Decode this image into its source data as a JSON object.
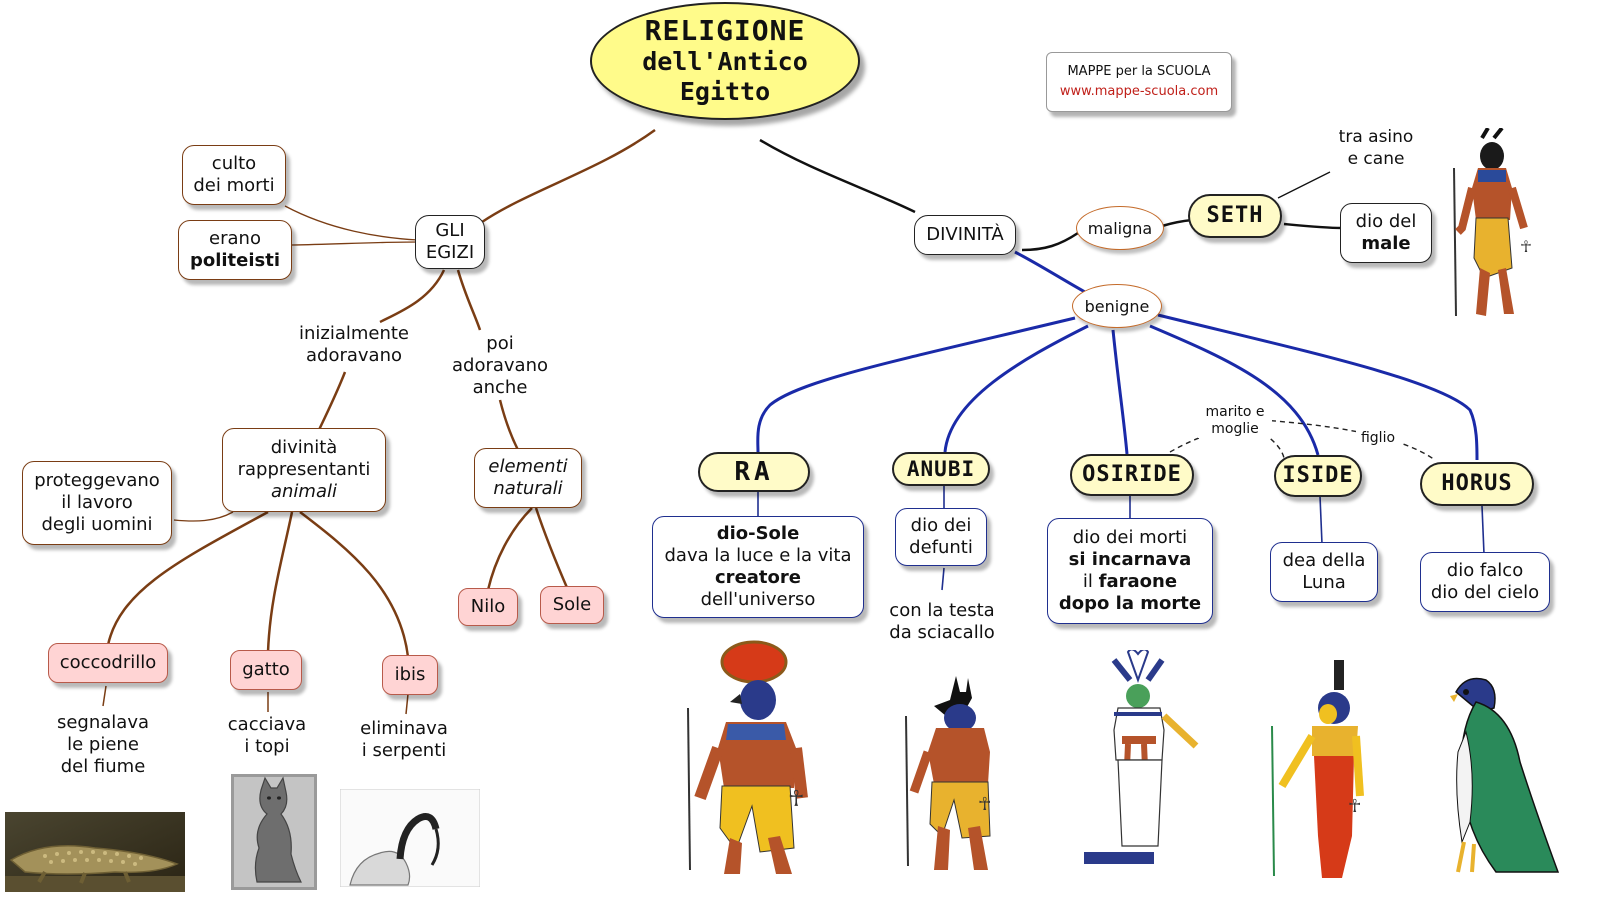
{
  "title": {
    "line1": "RELIGIONE",
    "line2": "dell'Antico Egitto"
  },
  "brand": {
    "name": "MAPPE per la SCUOLA",
    "url": "www.mappe-scuola.com",
    "url_color": "#c0201a"
  },
  "egizi": {
    "node": [
      "GLI",
      "EGIZI"
    ],
    "culto": [
      "culto",
      "dei morti"
    ],
    "politeisti": [
      "erano",
      "politeisti"
    ],
    "inizialmente": [
      "inizialmente",
      "adoravano"
    ],
    "poi": [
      "poi",
      "adoravano",
      "anche"
    ],
    "animali_node": [
      "divinità",
      "rappresentanti",
      "animali"
    ],
    "proteggevano": [
      "proteggevano",
      "il lavoro",
      "degli uomini"
    ],
    "elementi": [
      "elementi",
      "naturali"
    ],
    "nilo": "Nilo",
    "sole": "Sole",
    "animals": [
      {
        "name": "coccodrillo",
        "desc": [
          "segnalava",
          "le piene",
          "del fiume"
        ]
      },
      {
        "name": "gatto",
        "desc": [
          "cacciava",
          "i topi"
        ]
      },
      {
        "name": "ibis",
        "desc": [
          "eliminava",
          "i serpenti"
        ]
      }
    ]
  },
  "divinita": {
    "node": "DIVINITÀ",
    "maligna": "maligna",
    "benigne": "benigne",
    "seth": {
      "name": "SETH",
      "tra": [
        "tra asino",
        "e cane"
      ],
      "dio": [
        "dio del",
        "male"
      ]
    },
    "ra": {
      "name": "RA",
      "desc": [
        "dio-Sole",
        "dava la luce e la vita",
        "creatore",
        "dell'universo"
      ]
    },
    "anubi": {
      "name": "ANUBI",
      "desc": [
        "dio dei",
        "defunti"
      ],
      "extra": [
        "con la testa",
        "da sciacallo"
      ]
    },
    "osiride": {
      "name": "OSIRIDE",
      "desc": [
        "dio dei morti",
        "si incarnava",
        "il",
        "faraone",
        "dopo la morte"
      ]
    },
    "iside": {
      "name": "ISIDE",
      "desc": [
        "dea della",
        "Luna"
      ]
    },
    "horus": {
      "name": "HORUS",
      "desc": [
        "dio falco",
        "dio del cielo"
      ]
    },
    "marito": [
      "marito e",
      "moglie"
    ],
    "figlio": "figlio"
  },
  "colors": {
    "brown": "#7a3d14",
    "blue": "#1a2aa8",
    "black": "#111111",
    "title_fill": "#fffb8a",
    "god_fill": "#fffbc8",
    "pink_fill": "#ffd4d4"
  },
  "icons": [
    "crocodile-photo",
    "cat-statue-photo",
    "ibis-photo",
    "ra-figure",
    "anubis-figure",
    "osiris-figure",
    "isis-figure",
    "horus-falcon-figure",
    "seth-figure"
  ]
}
